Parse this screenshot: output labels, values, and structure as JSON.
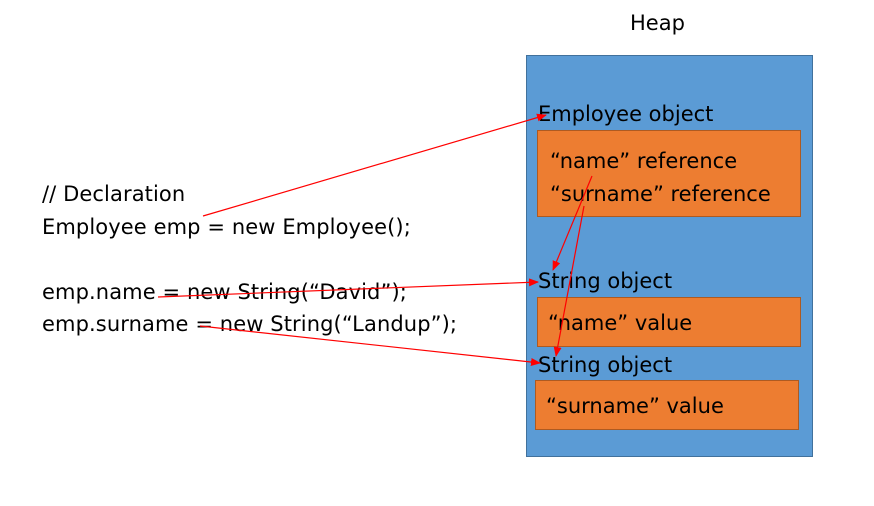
{
  "heap": {
    "title": "Heap",
    "employee_object": {
      "label": "Employee object",
      "fields": [
        "“name” reference",
        "“surname” reference"
      ]
    },
    "string_object_name": {
      "label": "String object",
      "value": "“name” value"
    },
    "string_object_surname": {
      "label": "String object",
      "value": "“surname” value"
    }
  },
  "code": {
    "comment": "// Declaration",
    "declaration": "Employee emp = new Employee();",
    "assign_name": "emp.name = new String(“David”);",
    "assign_surname": "emp.surname = new String(“Landup”);"
  },
  "colors": {
    "heap_fill": "#5b9bd5",
    "heap_border": "#41719c",
    "object_fill": "#ed7d31",
    "object_border": "#ae5a21",
    "arrow": "#ff0000"
  }
}
